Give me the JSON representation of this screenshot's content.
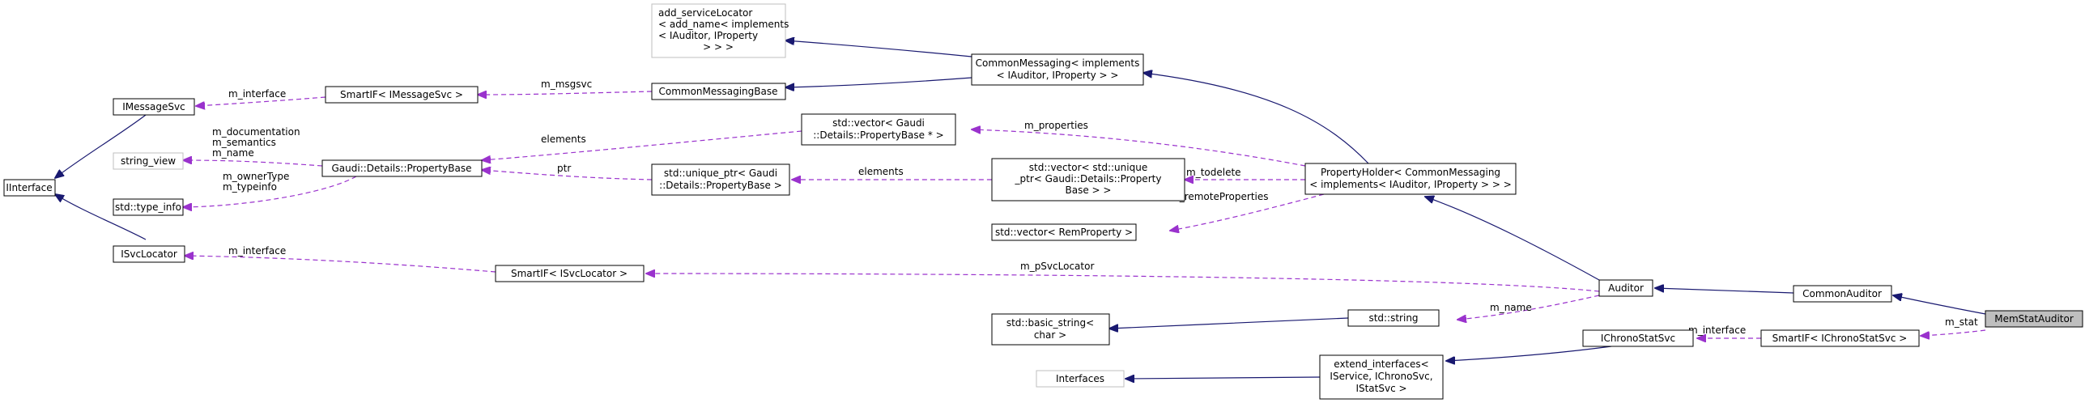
{
  "nodes": {
    "memstat": {
      "lines": [
        "MemStatAuditor"
      ]
    },
    "commonaud": {
      "lines": [
        "CommonAuditor"
      ]
    },
    "auditor": {
      "lines": [
        "Auditor"
      ]
    },
    "propholder": {
      "lines": [
        "PropertyHolder< CommonMessaging",
        "< implements< IAuditor, IProperty > > >"
      ]
    },
    "commsg": {
      "lines": [
        "CommonMessaging< implements",
        "< IAuditor, IProperty > >"
      ]
    },
    "addsvc": {
      "lines": [
        "add_serviceLocator",
        "< add_name< implements",
        "< IAuditor, IProperty",
        "> > >"
      ]
    },
    "commsgbase": {
      "lines": [
        "CommonMessagingBase"
      ]
    },
    "smartmsg": {
      "lines": [
        "SmartIF< IMessageSvc >"
      ]
    },
    "imsgsvc": {
      "lines": [
        "IMessageSvc"
      ]
    },
    "iinterface": {
      "lines": [
        "IInterface"
      ]
    },
    "isvcloc": {
      "lines": [
        "ISvcLocator"
      ]
    },
    "strview": {
      "lines": [
        "string_view"
      ]
    },
    "typeinfo": {
      "lines": [
        "std::type_info"
      ]
    },
    "propbase": {
      "lines": [
        "Gaudi::Details::PropertyBase"
      ]
    },
    "vecpb": {
      "lines": [
        "std::vector< Gaudi",
        "::Details::PropertyBase * >"
      ]
    },
    "uniqpb": {
      "lines": [
        "std::unique_ptr< Gaudi",
        "::Details::PropertyBase >"
      ]
    },
    "vecuniq": {
      "lines": [
        "std::vector< std::unique",
        "_ptr< Gaudi::Details::Property",
        "Base > >"
      ]
    },
    "vecrem": {
      "lines": [
        "std::vector< RemProperty >"
      ]
    },
    "smartsvc": {
      "lines": [
        "SmartIF< ISvcLocator >"
      ]
    },
    "stdstring": {
      "lines": [
        "std::string"
      ]
    },
    "basicstr": {
      "lines": [
        "std::basic_string<",
        "char >"
      ]
    },
    "ichrono": {
      "lines": [
        "IChronoStatSvc"
      ]
    },
    "smartchrono": {
      "lines": [
        "SmartIF< IChronoStatSvc >"
      ]
    },
    "extiface": {
      "lines": [
        "extend_interfaces<",
        "IService, IChronoSvc,",
        "IStatSvc >"
      ]
    },
    "interfaces": {
      "lines": [
        "Interfaces"
      ]
    }
  },
  "edge_labels": {
    "m_stat": "m_stat",
    "m_interface_chrono": "m_interface",
    "m_pSvcLocator": "m_pSvcLocator",
    "m_name_string": "m_name",
    "m_remoteProperties": "m_remoteProperties",
    "m_todelete": "m_todelete",
    "m_properties": "m_properties",
    "elements_uniq": "elements",
    "ptr": "ptr",
    "elements_vec": "elements",
    "m_msgsvc": "m_msgsvc",
    "m_interface_msg": "m_interface",
    "m_interface_svc": "m_interface",
    "propbase_members_left": [
      "m_documentation",
      "m_semantics",
      "m_name"
    ],
    "propbase_members_type": [
      "m_ownerType",
      "m_typeinfo"
    ]
  }
}
